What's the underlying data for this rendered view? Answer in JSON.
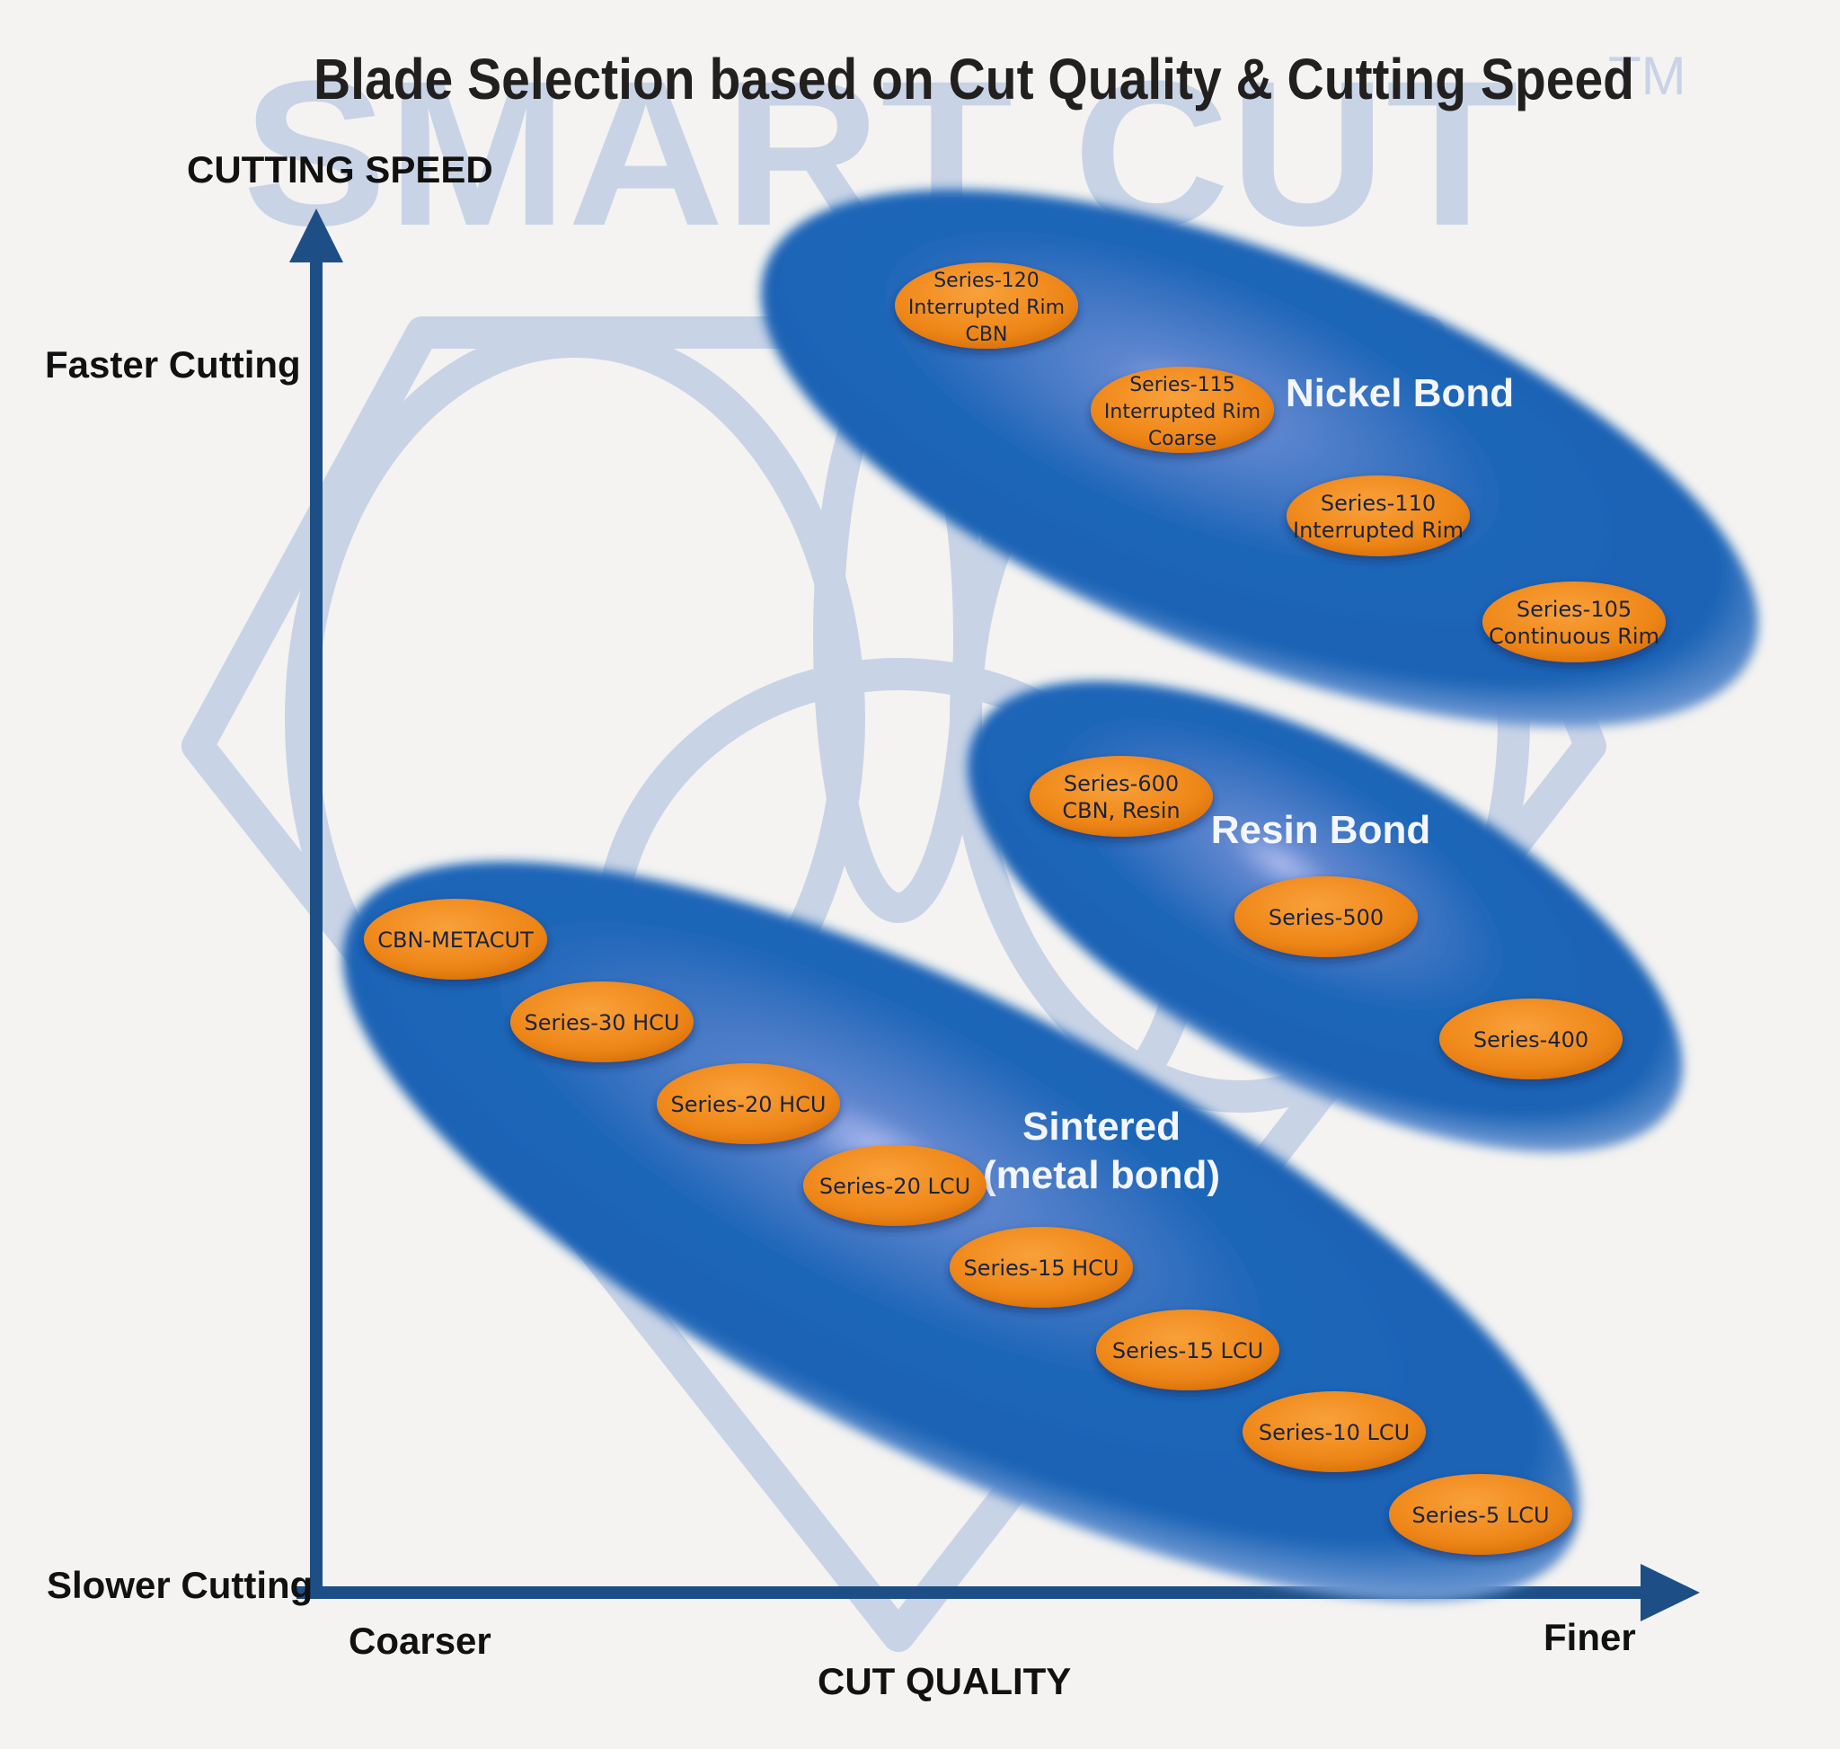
{
  "title": "Blade Selection based on Cut Quality & Cutting Speed",
  "watermark": {
    "text": "SMART CUT",
    "tm": "TM"
  },
  "axes": {
    "y_title": "CUTTING SPEED",
    "y_top": "Faster Cutting",
    "y_bottom": "Slower Cutting",
    "x_left": "Coarser",
    "x_right": "Finer",
    "x_title": "CUT QUALITY"
  },
  "colors": {
    "axis": "#1d4f86",
    "group_fill": "#1e63b4",
    "pill": "#f08a1c",
    "watermark": "#c8d3e6"
  },
  "groups": {
    "nickel": {
      "label": "Nickel Bond",
      "items": [
        [
          "Series-120",
          "Interrupted Rim",
          "CBN"
        ],
        [
          "Series-115",
          "Interrupted Rim",
          "Coarse"
        ],
        [
          "Series-110",
          "Interrupted Rim"
        ],
        [
          "Series-105",
          "Continuous Rim"
        ]
      ]
    },
    "resin": {
      "label": "Resin Bond",
      "items": [
        [
          "Series-600",
          "CBN, Resin"
        ],
        [
          "Series-500"
        ],
        [
          "Series-400"
        ]
      ]
    },
    "sintered": {
      "label_line1": "Sintered",
      "label_line2": "(metal bond)",
      "items": [
        [
          "CBN-METACUT"
        ],
        [
          "Series-30 HCU"
        ],
        [
          "Series-20 HCU"
        ],
        [
          "Series-20 LCU"
        ],
        [
          "Series-15 HCU"
        ],
        [
          "Series-15 LCU"
        ],
        [
          "Series-10 LCU"
        ],
        [
          "Series-5 LCU"
        ]
      ]
    }
  }
}
